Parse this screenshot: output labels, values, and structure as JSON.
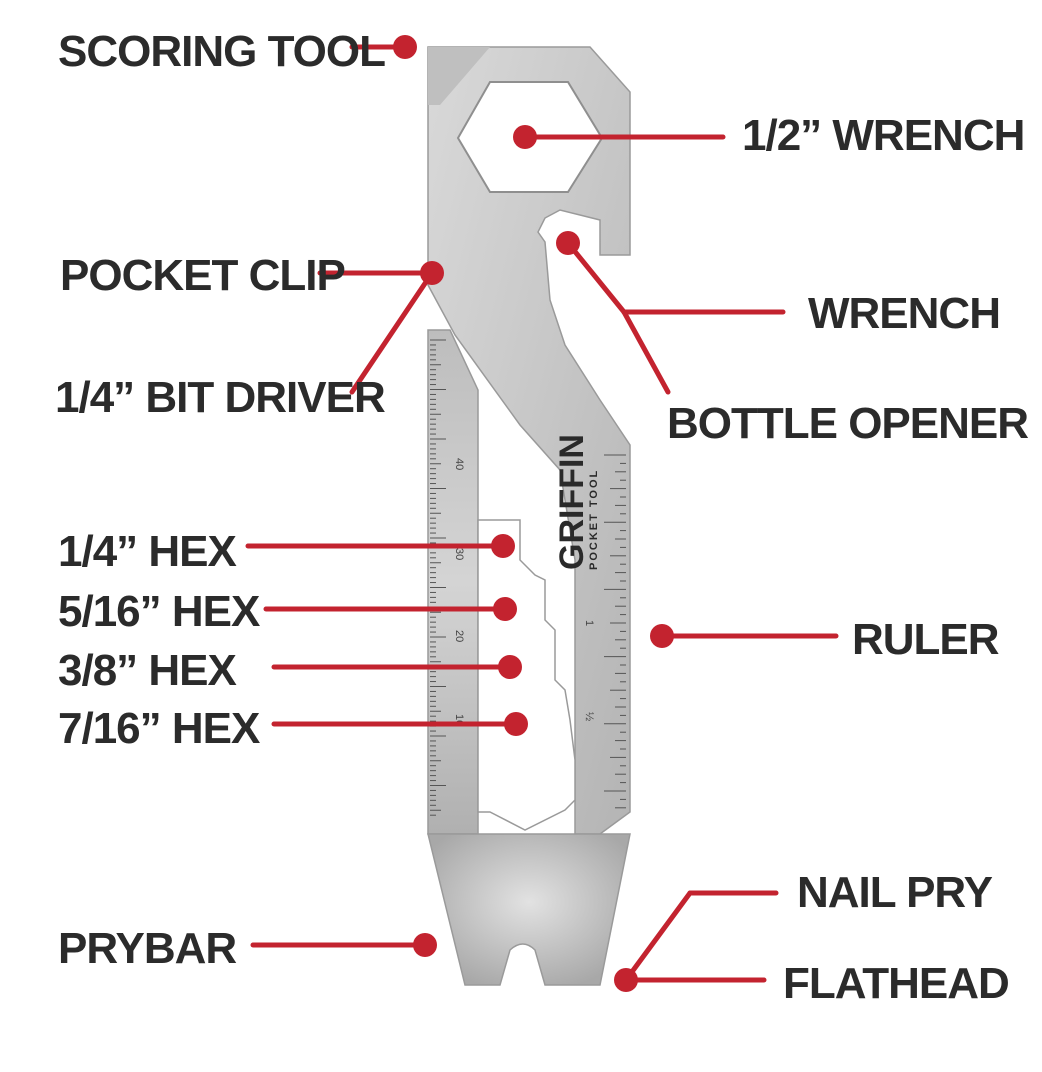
{
  "colors": {
    "callout": "#c3232f",
    "label_text": "#2b2b2b",
    "steel_light": "#e6e6e6",
    "steel_dark": "#a9a9a9"
  },
  "product": {
    "brand": "GRIFFIN",
    "subtitle": "POCKET TOOL"
  },
  "ruler": {
    "metric_numbers": [
      "40",
      "30",
      "20",
      "10"
    ],
    "imperial_numbers": [
      "1",
      "½"
    ]
  },
  "labels": {
    "scoring_tool": "SCORING TOOL",
    "half_inch_wrench": "1/2” WRENCH",
    "pocket_clip": "POCKET CLIP",
    "wrench": "WRENCH",
    "bit_driver": "1/4” BIT DRIVER",
    "bottle_opener": "BOTTLE OPENER",
    "hex_1_4": "1/4” HEX",
    "hex_5_16": "5/16” HEX",
    "hex_3_8": "3/8” HEX",
    "hex_7_16": "7/16” HEX",
    "ruler": "RULER",
    "nail_pry": "NAIL PRY",
    "prybar": "PRYBAR",
    "flathead": "FLATHEAD"
  }
}
